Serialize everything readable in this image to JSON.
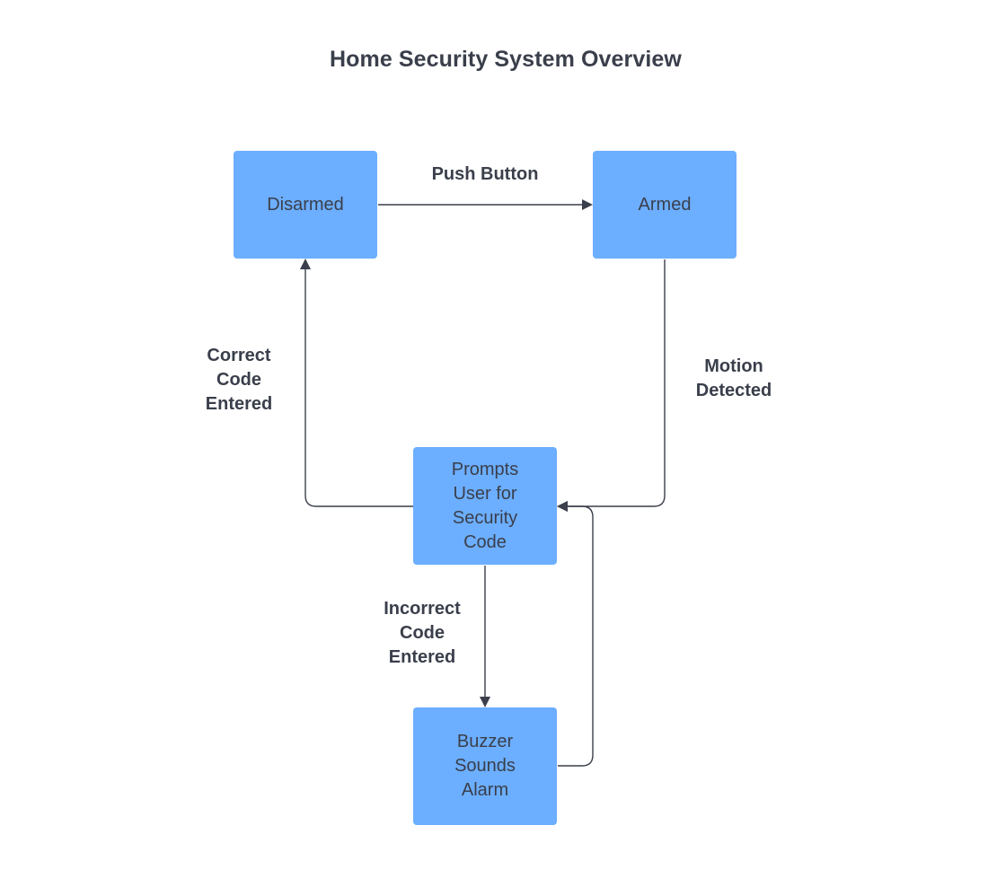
{
  "title": "Home Security System Overview",
  "nodes": {
    "disarmed": "Disarmed",
    "armed": "Armed",
    "prompt": "Prompts User for Security Code",
    "buzzer": "Buzzer Sounds Alarm"
  },
  "edges": {
    "push_button": "Push Button",
    "motion_detected": "Motion Detected",
    "correct_code": "Correct Code Entered",
    "incorrect_code": "Incorrect Code Entered"
  },
  "colors": {
    "node_fill": "#6caeff",
    "text": "#3a3f4b",
    "connector": "#3a3f4b"
  }
}
